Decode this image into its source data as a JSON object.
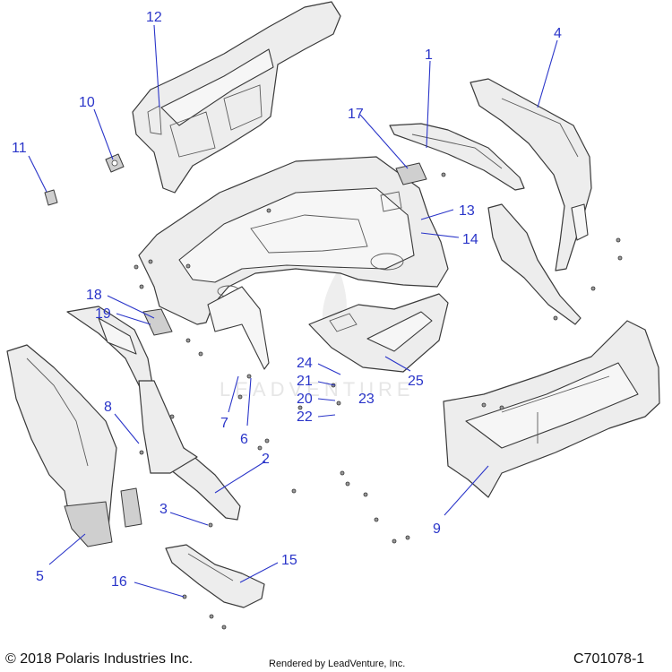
{
  "diagram": {
    "callouts": [
      "1",
      "2",
      "3",
      "4",
      "5",
      "6",
      "7",
      "8",
      "9",
      "10",
      "11",
      "12",
      "13",
      "14",
      "15",
      "16",
      "17",
      "18",
      "19",
      "20",
      "21",
      "22",
      "23",
      "24",
      "25"
    ],
    "watermark": "LEADVENTURE",
    "colors": {
      "callout": "#2a35c9",
      "line": "#3a3a3a",
      "fill": "#ededed"
    }
  },
  "footer": {
    "copyright": "© 2018 Polaris Industries Inc.",
    "rendered_by": "Rendered by LeadVenture, Inc.",
    "code": "C701078-1"
  }
}
